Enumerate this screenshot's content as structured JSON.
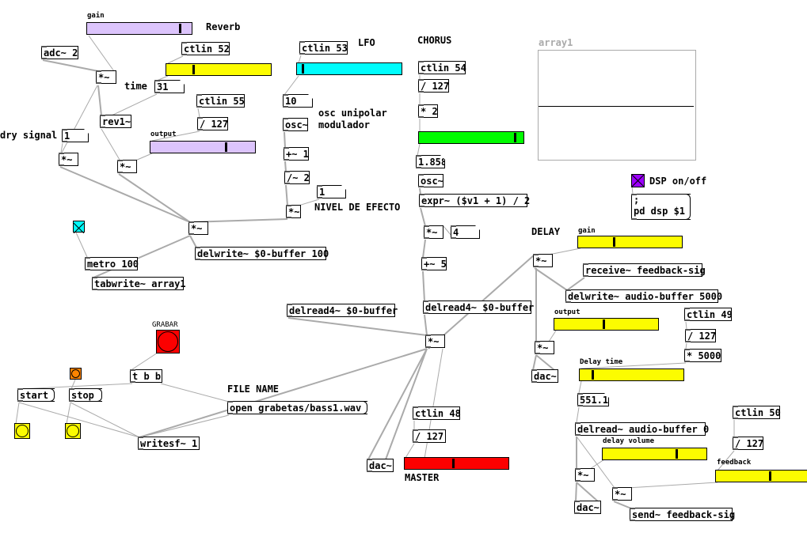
{
  "colors": {
    "purple_slider": "#dcc4fc",
    "yellow": "#fcfc00",
    "cyan": "#00fcfc",
    "green": "#00fc00",
    "red": "#fc0000",
    "orange": "#fc8400",
    "dsp_toggle": "#9c00fc",
    "wire": "#aaaaaa"
  },
  "reverb": {
    "gain_label": "gain",
    "gain_value": 0.88,
    "title": "Reverb",
    "adc": "adc~ 2",
    "ctlin52": "ctlin 52",
    "time_slider_value": 0.26,
    "mul1": "*~",
    "time_label": "time",
    "time_num": "31",
    "ctlin55": "ctlin 55",
    "rev": "rev1~",
    "div127": "/ 127",
    "dry_label": "dry signal",
    "dry_num": "1",
    "output_label": "output",
    "output_value": 0.71,
    "mul_dry": "*~",
    "mul_wet": "*~",
    "mix": "*~",
    "delwrite": "delwrite~ $0-buffer 100",
    "metro": "metro 100",
    "tabwrite": "tabwrite~ array1",
    "toggle_checked": true
  },
  "lfo": {
    "ctlin53": "ctlin 53",
    "title": "LFO",
    "slider_value": 0.05,
    "num": "10",
    "osc": "osc~",
    "osc_comment": "osc unipolar modulador",
    "add": "+~ 1",
    "div": "/~ 2",
    "level_num": "1",
    "mul": "*~",
    "level_label": "NIVEL DE EFECTO"
  },
  "chorus": {
    "title": "CHORUS",
    "ctlin54": "ctlin 54",
    "div127": "/ 127",
    "mul2": "* 2",
    "slider_value": 0.91,
    "num": "1.858",
    "osc": "osc~",
    "expr": "expr~ ($v1 + 1) / 2",
    "mul": "*~",
    "depth_num": "4",
    "add": "+~ 5",
    "delread_right": "delread4~ $0-buffer",
    "delread_left": "delread4~ $0-buffer",
    "mix": "*~",
    "dac": "dac~",
    "ctlin48": "ctlin 48",
    "div127b": "/ 127",
    "master_value": 0.47,
    "master_label": "MASTER"
  },
  "array": {
    "name": "array1"
  },
  "dsp": {
    "label": "DSP on/off",
    "msg_line1": ";",
    "msg_line2": "pd dsp $1",
    "checked": true
  },
  "delay": {
    "title": "DELAY",
    "gain_label": "gain",
    "gain_value": 0.34,
    "mul": "*~",
    "receive": "receive~ feedback-sig",
    "delwrite": "delwrite~ audio-buffer 5000",
    "output_label": "output",
    "output_value": 0.46,
    "ctlin49": "ctlin 49",
    "div127": "/ 127",
    "mul5000": "* 5000",
    "mul_out": "*~",
    "dac": "dac~",
    "time_label": "Delay time",
    "time_value": 0.11,
    "time_num": "551.1",
    "delread": "delread~ audio-buffer 0",
    "volume_label": "delay volume",
    "volume_value": 0.7,
    "ctlin50": "ctlin 50",
    "div127b": "/ 127",
    "feedback_label": "feedback",
    "feedback_value": 0.59,
    "mul_vol": "*~",
    "mul_fb": "*~",
    "dac2": "dac~",
    "send": "send~ feedback-sig"
  },
  "record": {
    "grabar_label": "GRABAR",
    "tbb": "t b b",
    "start": "start",
    "stop": "stop",
    "file_label": "FILE NAME",
    "open": "open grabetas/bass1.wav",
    "writesf": "writesf~ 1"
  }
}
